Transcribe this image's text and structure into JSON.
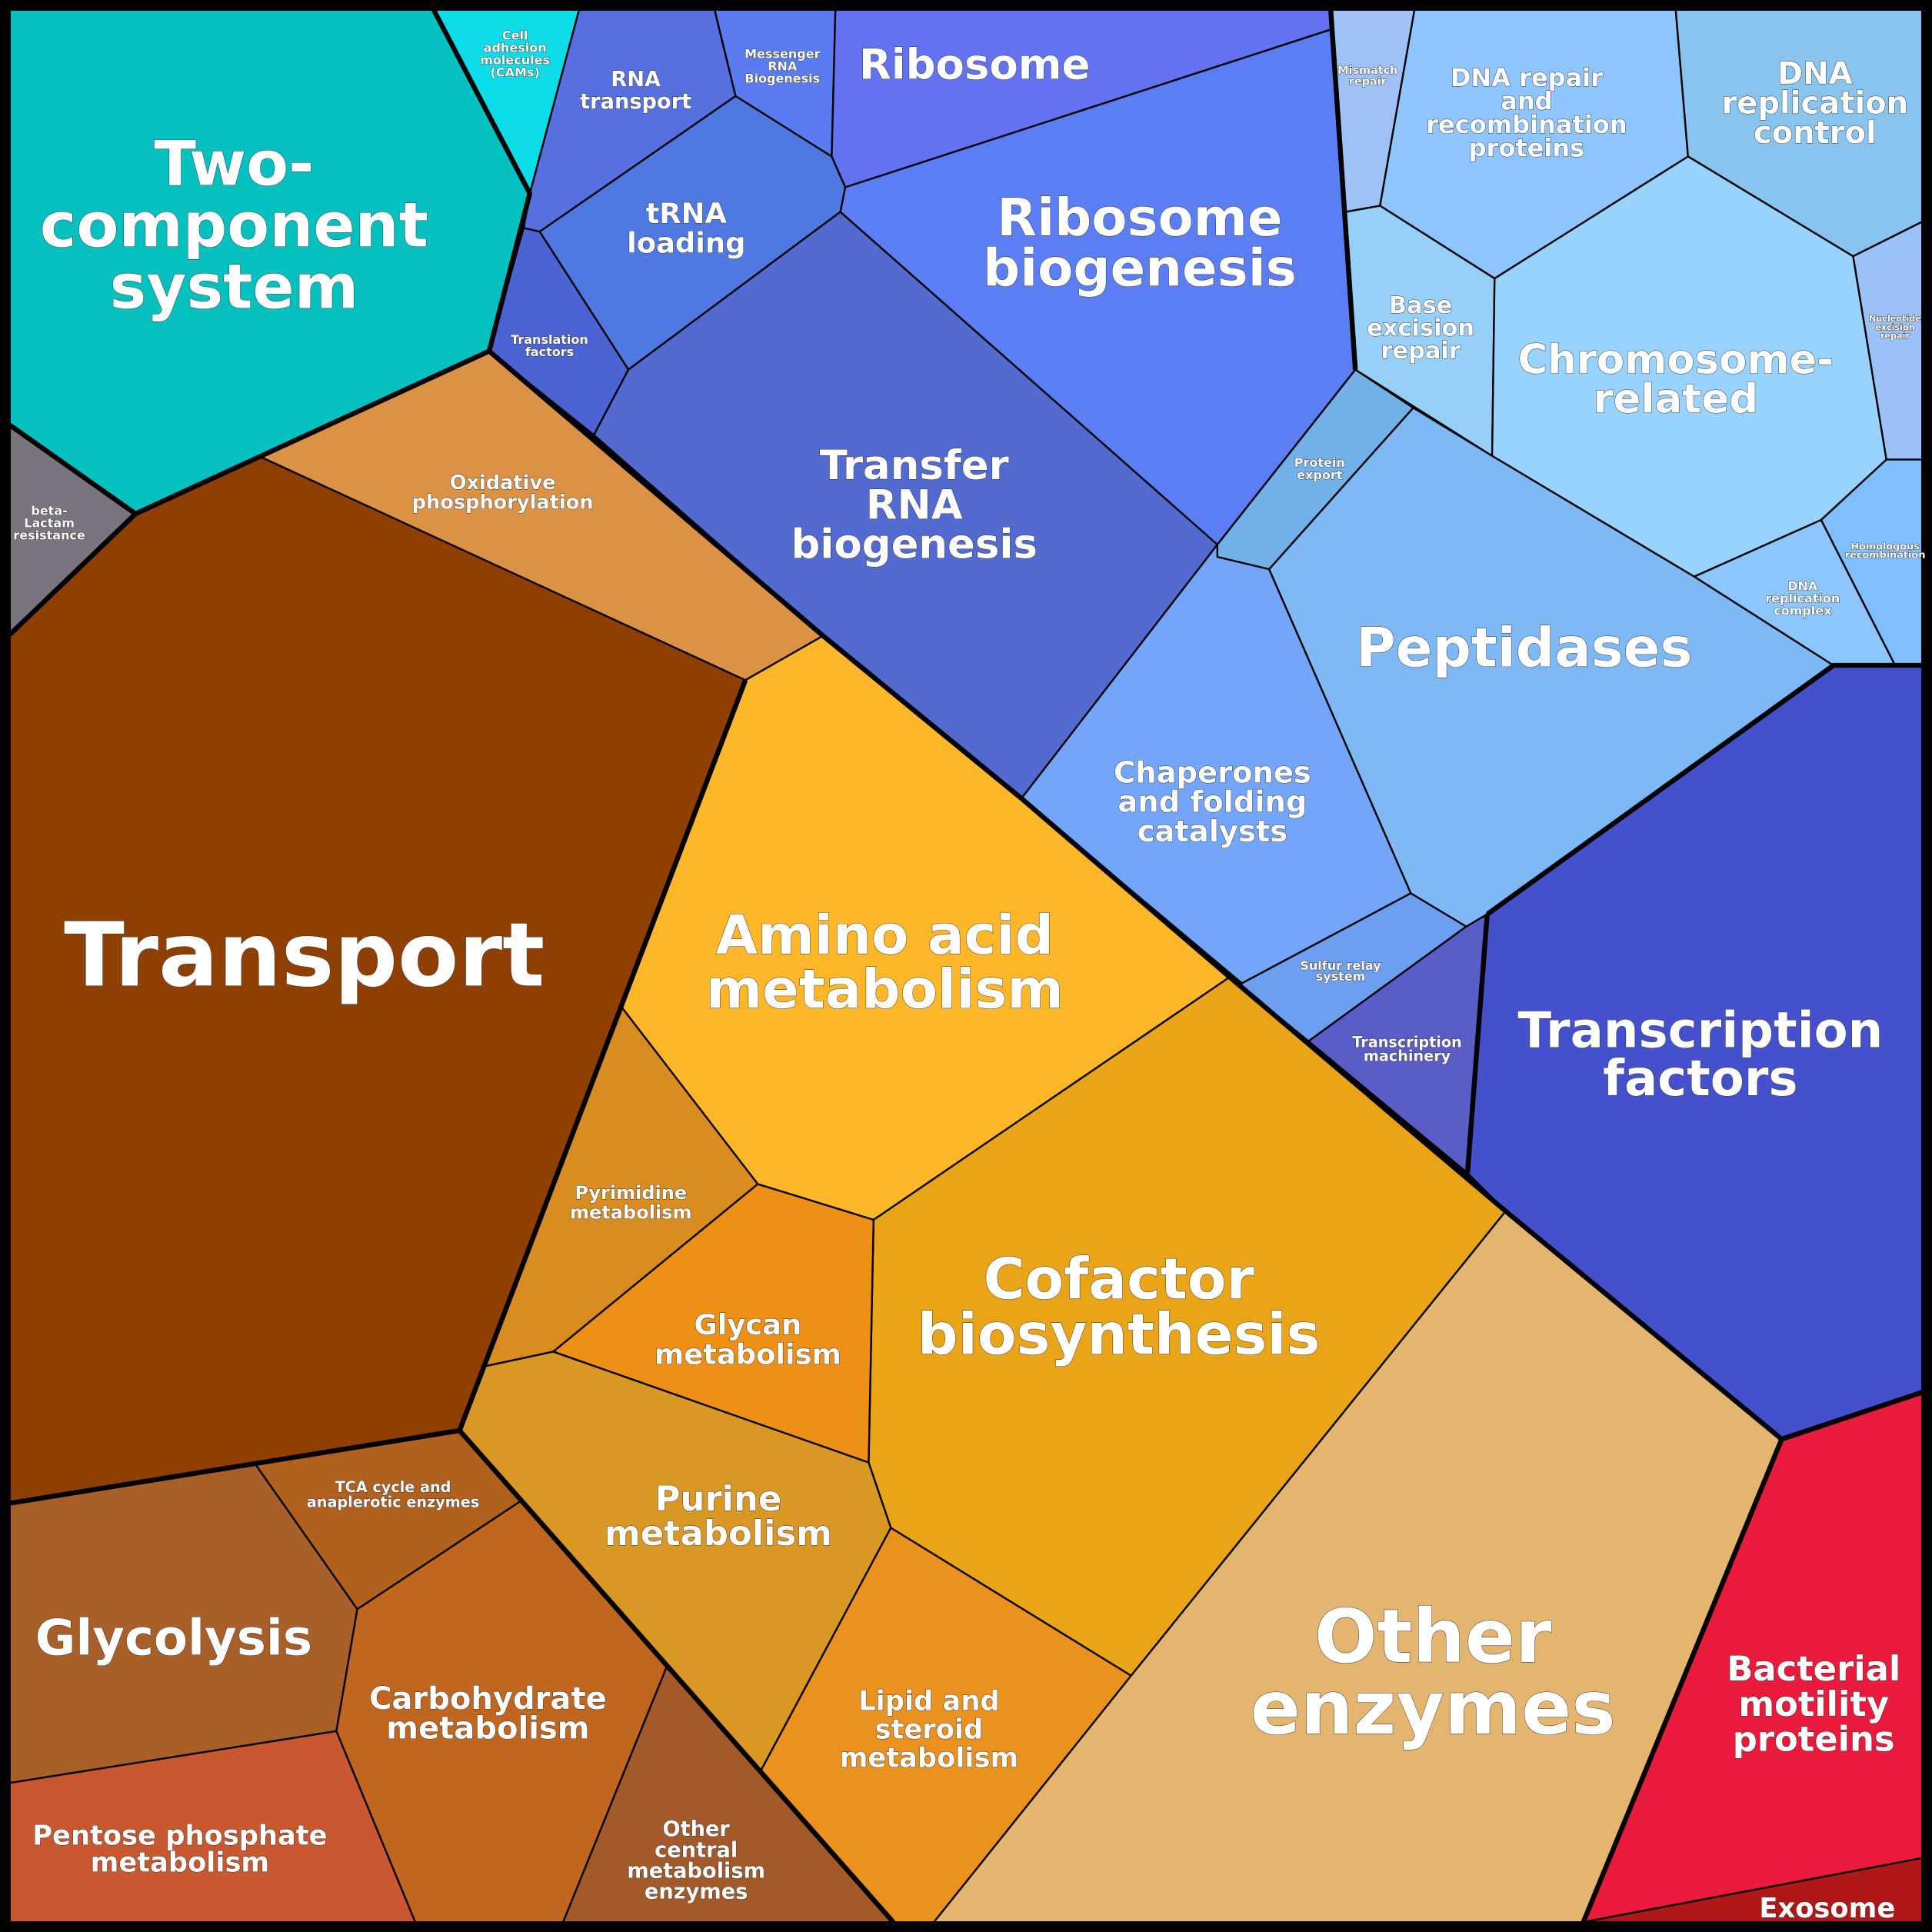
{
  "title": "Proteomap",
  "cells": [
    {
      "id": "two-component-system",
      "lines": [
        "Two-",
        "component",
        "system"
      ],
      "color": "#04C1C0"
    },
    {
      "id": "cams",
      "lines": [
        "Cell",
        "adhesion",
        "molecules",
        "(CAMs)"
      ],
      "color": "#0CDCE8"
    },
    {
      "id": "beta-lactam",
      "lines": [
        "beta-",
        "Lactam",
        "resistance"
      ],
      "color": "#7A7480"
    },
    {
      "id": "transport",
      "lines": [
        "Transport"
      ],
      "color": "#8F3F02"
    },
    {
      "id": "oxidative-phosphorylation",
      "lines": [
        "Oxidative",
        "phosphorylation"
      ],
      "color": "#DB9245"
    },
    {
      "id": "rna-transport",
      "lines": [
        "RNA",
        "transport"
      ],
      "color": "#5670E0"
    },
    {
      "id": "messenger-rna-biogenesis",
      "lines": [
        "Messenger",
        "RNA",
        "Biogenesis"
      ],
      "color": "#5B7CF0"
    },
    {
      "id": "ribosome",
      "lines": [
        "Ribosome"
      ],
      "color": "#6272F0"
    },
    {
      "id": "ribosome-biogenesis",
      "lines": [
        "Ribosome",
        "biogenesis"
      ],
      "color": "#5B7EF5"
    },
    {
      "id": "trna-loading",
      "lines": [
        "tRNA",
        "loading"
      ],
      "color": "#4F78E0"
    },
    {
      "id": "translation-factors",
      "lines": [
        "Translation",
        "factors"
      ],
      "color": "#4C64D3"
    },
    {
      "id": "transfer-rna-biogenesis",
      "lines": [
        "Transfer",
        "RNA",
        "biogenesis"
      ],
      "color": "#536BD0"
    },
    {
      "id": "mismatch-repair",
      "lines": [
        "Mismatch",
        "repair"
      ],
      "color": "#9EC2F5"
    },
    {
      "id": "dna-repair-recombination",
      "lines": [
        "DNA repair",
        "and",
        "recombination",
        "proteins"
      ],
      "color": "#8FC5FF"
    },
    {
      "id": "dna-replication-control",
      "lines": [
        "DNA",
        "replication",
        "control"
      ],
      "color": "#88C4EE"
    },
    {
      "id": "base-excision-repair",
      "lines": [
        "Base",
        "excision",
        "repair"
      ],
      "color": "#96CFF8"
    },
    {
      "id": "chromosome-related",
      "lines": [
        "Chromosome-",
        "related"
      ],
      "color": "#98D3FF"
    },
    {
      "id": "nucleotide-excision-repair",
      "lines": [
        "Nucleotide",
        "excision",
        "repair"
      ],
      "color": "#9BC2F8"
    },
    {
      "id": "homologous-recombination",
      "lines": [
        "Homologous",
        "recombination"
      ],
      "color": "#80BFFF"
    },
    {
      "id": "dna-replication-complex",
      "lines": [
        "DNA",
        "replication",
        "complex"
      ],
      "color": "#8CC6FF"
    },
    {
      "id": "protein-export",
      "lines": [
        "Protein",
        "export"
      ],
      "color": "#72B0E8"
    },
    {
      "id": "peptidases",
      "lines": [
        "Peptidases"
      ],
      "color": "#7EB8F5"
    },
    {
      "id": "chaperones",
      "lines": [
        "Chaperones",
        "and folding",
        "catalysts"
      ],
      "color": "#73A6FB"
    },
    {
      "id": "sulfur-relay-system",
      "lines": [
        "Sulfur relay",
        "system"
      ],
      "color": "#6C9FF0"
    },
    {
      "id": "transcription-machinery",
      "lines": [
        "Transcription",
        "machinery"
      ],
      "color": "#5A5CC8"
    },
    {
      "id": "transcription-factors",
      "lines": [
        "Transcription",
        "factors"
      ],
      "color": "#4550CC"
    },
    {
      "id": "amino-acid-metabolism",
      "lines": [
        "Amino acid",
        "metabolism"
      ],
      "color": "#FDB728"
    },
    {
      "id": "cofactor-biosynthesis",
      "lines": [
        "Cofactor",
        "biosynthesis"
      ],
      "color": "#E9A517"
    },
    {
      "id": "pyrimidine-metabolism",
      "lines": [
        "Pyrimidine",
        "metabolism"
      ],
      "color": "#D98C20"
    },
    {
      "id": "glycan-metabolism",
      "lines": [
        "Glycan",
        "metabolism"
      ],
      "color": "#EE9015"
    },
    {
      "id": "purine-metabolism",
      "lines": [
        "Purine",
        "metabolism"
      ],
      "color": "#D99724"
    },
    {
      "id": "lipid-steroid-metabolism",
      "lines": [
        "Lipid and",
        "steroid",
        "metabolism"
      ],
      "color": "#EB911E"
    },
    {
      "id": "other-enzymes",
      "lines": [
        "Other",
        "enzymes"
      ],
      "color": "#E3B56F"
    },
    {
      "id": "glycolysis",
      "lines": [
        "Glycolysis"
      ],
      "color": "#A85F28"
    },
    {
      "id": "tca-cycle",
      "lines": [
        "TCA cycle and",
        "anaplerotic enzymes"
      ],
      "color": "#B0611E"
    },
    {
      "id": "carbohydrate-metabolism",
      "lines": [
        "Carbohydrate",
        "metabolism"
      ],
      "color": "#C0661F"
    },
    {
      "id": "pentose-phosphate-metabolism",
      "lines": [
        "Pentose phosphate",
        "metabolism"
      ],
      "color": "#C9572F"
    },
    {
      "id": "other-central-metabolism",
      "lines": [
        "Other",
        "central",
        "metabolism",
        "enzymes"
      ],
      "color": "#A35A28"
    },
    {
      "id": "bacterial-motility-proteins",
      "lines": [
        "Bacterial",
        "motility",
        "proteins"
      ],
      "color": "#E91A3C"
    },
    {
      "id": "exosome",
      "lines": [
        "Exosome"
      ],
      "color": "#B01818"
    }
  ]
}
